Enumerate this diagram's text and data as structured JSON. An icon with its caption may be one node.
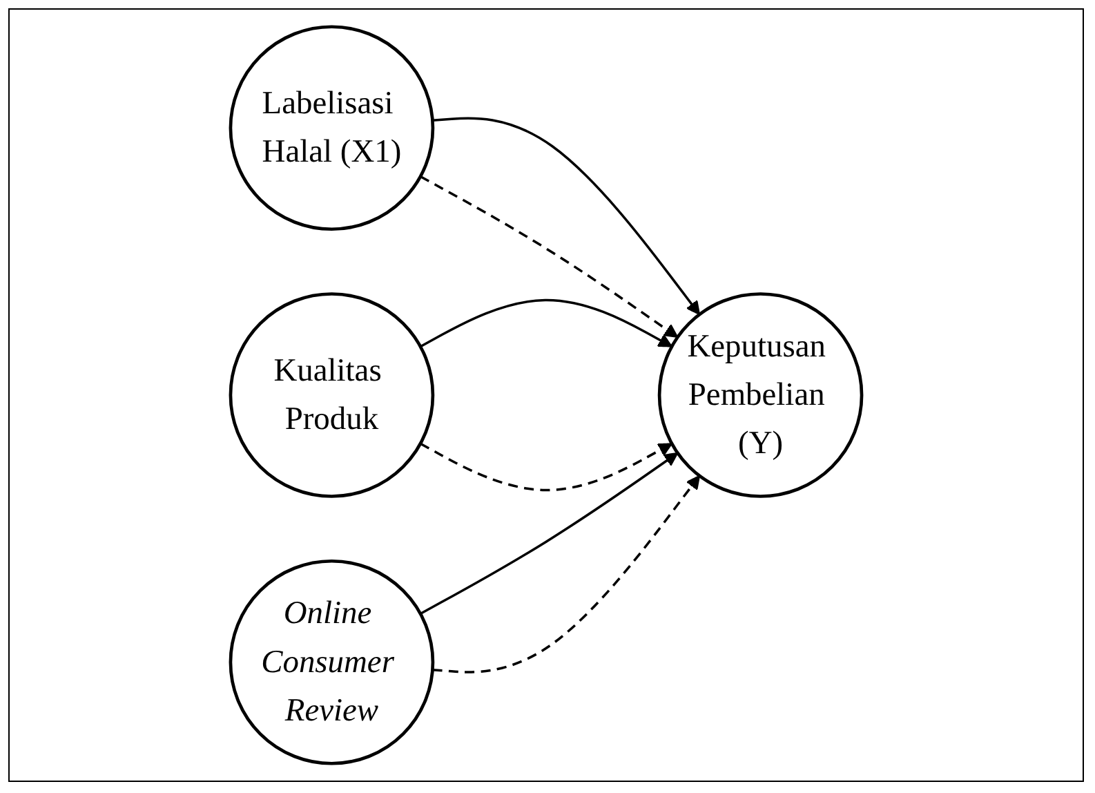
{
  "diagram": {
    "nodes": [
      {
        "text": [
          "Labelisasi Halal (X1)"
        ]
      },
      {
        "text": [
          "Kualitas Produk"
        ]
      },
      {
        "text": [
          "Online Consumer Review"
        ]
      },
      {
        "text": [
          "Keputusan Pembelian (Y)"
        ]
      }
    ],
    "edges": [
      {
        "from": 0,
        "to": 3,
        "arrow": "to"
      },
      {
        "from": 1,
        "to": 3,
        "arrow": "to"
      },
      {
        "from": 2,
        "to": 3,
        "arrow": "to"
      },
      {
        "from": 0,
        "to": 3,
        "arrow": "to",
        "style": "dashed"
      },
      {
        "from": 1,
        "to": 3,
        "arrow": "to",
        "style": "dashed"
      },
      {
        "from": 2,
        "to": 3,
        "arrow": "to",
        "style": "dashed"
      }
    ]
  }
}
